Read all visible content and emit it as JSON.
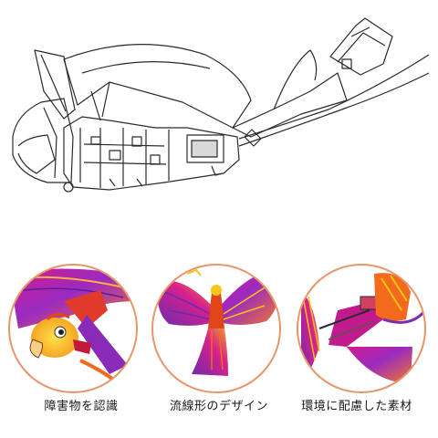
{
  "features": [
    {
      "caption": "障害物を認識",
      "icon": "bird-head-detail"
    },
    {
      "caption": "流線形のデザイン",
      "icon": "bird-wings-spread"
    },
    {
      "caption": "環境に配慮した素材",
      "icon": "bird-tail-mechanism"
    }
  ],
  "colors": {
    "ring": "#e8956a",
    "line": "#2b2b2b",
    "magenta": "#c21a8c",
    "purple": "#7a2bb0",
    "orange": "#f26a1b",
    "yellow": "#f5c518"
  }
}
